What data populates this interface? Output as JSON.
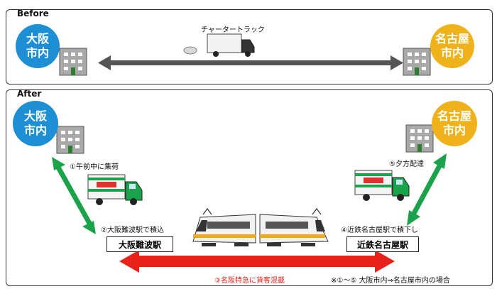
{
  "before": {
    "label": "Before",
    "truck_label": "チャータートラック",
    "osaka": [
      "大阪",
      "市内"
    ],
    "nagoya": [
      "名古屋",
      "市内"
    ]
  },
  "after": {
    "label": "After",
    "osaka": [
      "大阪",
      "市内"
    ],
    "nagoya": [
      "名古屋",
      "市内"
    ],
    "step1": "①午前中に集荷",
    "step2": "②大阪難波駅で積込",
    "step3": "③名阪特急に貨客混載",
    "step4": "④近鉄名古屋駅で積下し",
    "step5": "⑤夕方配達",
    "station_osaka": "大阪難波駅",
    "station_nagoya": "近鉄名古屋駅",
    "note": "※①～⑤ 大阪市内⇒名古屋市内の場合"
  },
  "colors": {
    "osaka_circle": "#1e8fd5",
    "nagoya_circle": "#f0b21a",
    "green_arrow": "#1aa34a",
    "red_arrow": "#e8211b",
    "gray_arrow": "#555555"
  }
}
